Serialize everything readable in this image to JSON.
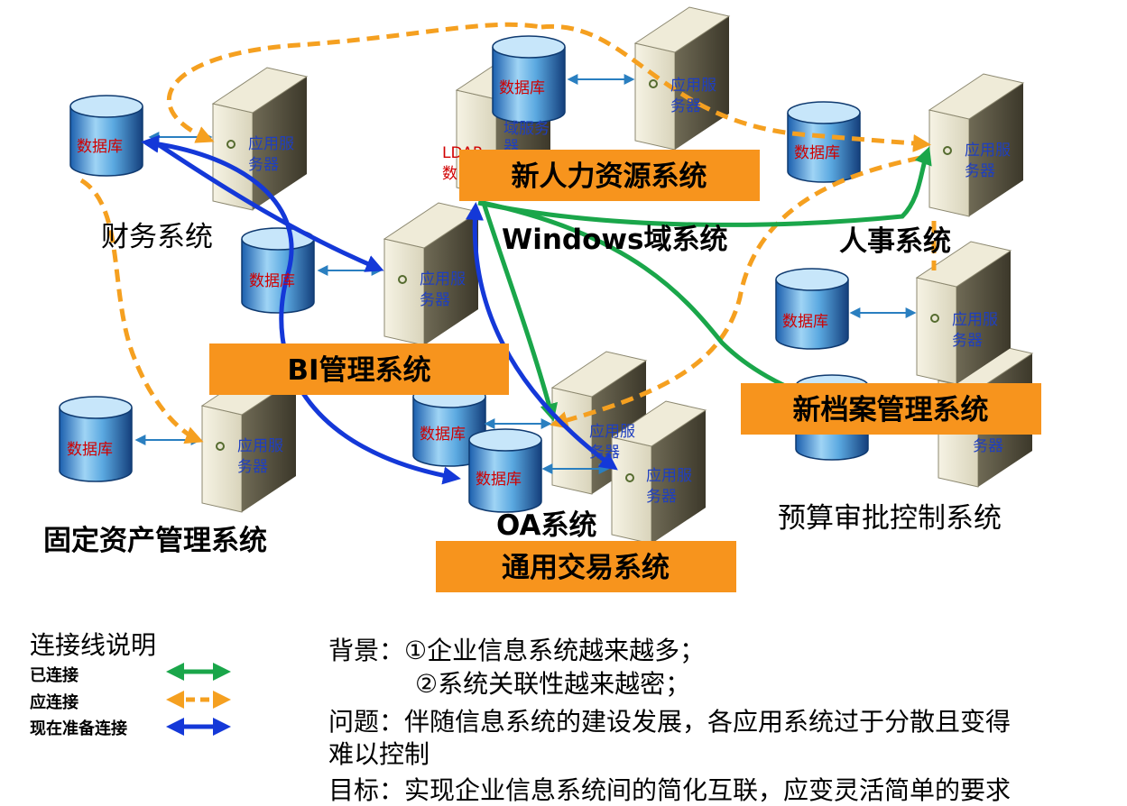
{
  "labels": {
    "server": "应用服务器",
    "server_line1": "应用服",
    "server_line2": "务器",
    "database": "数据库",
    "domain_server_line1": "域服务",
    "domain_server_line2": "器",
    "ldap_partial": "LDAP",
    "ldap_partial2": "数"
  },
  "systems": {
    "finance": "财务系统",
    "windows_domain": "Windows域系统",
    "hr": "人事系统",
    "fixed_assets": "固定资产管理系统",
    "oa": "OA系统",
    "budget": "预算审批控制系统"
  },
  "boxes": {
    "new_hr": "新人力资源系统",
    "bi": "BI管理系统",
    "new_archive": "新档案管理系统",
    "general_trade": "通用交易系统"
  },
  "legend": {
    "title": "连接线说明",
    "connected": "已连接",
    "should_connect": "应连接",
    "preparing": "现在准备连接"
  },
  "colors": {
    "connected": "#1aa64a",
    "should_connect": "#f5a020",
    "preparing": "#1438d8",
    "orange_box": "#f7941d",
    "db_label": "#d00000",
    "server_label": "#1f3fbf"
  },
  "notes": {
    "bg_line1": "背景：①企业信息系统越来越多；",
    "bg_line2": "②系统关联性越来越密；",
    "problem_line1": "问题：伴随信息系统的建设发展，各应用系统过于分散且变得",
    "problem_line2": "难以控制",
    "goal": "目标：实现企业信息系统间的简化互联，应变灵活简单的要求"
  }
}
